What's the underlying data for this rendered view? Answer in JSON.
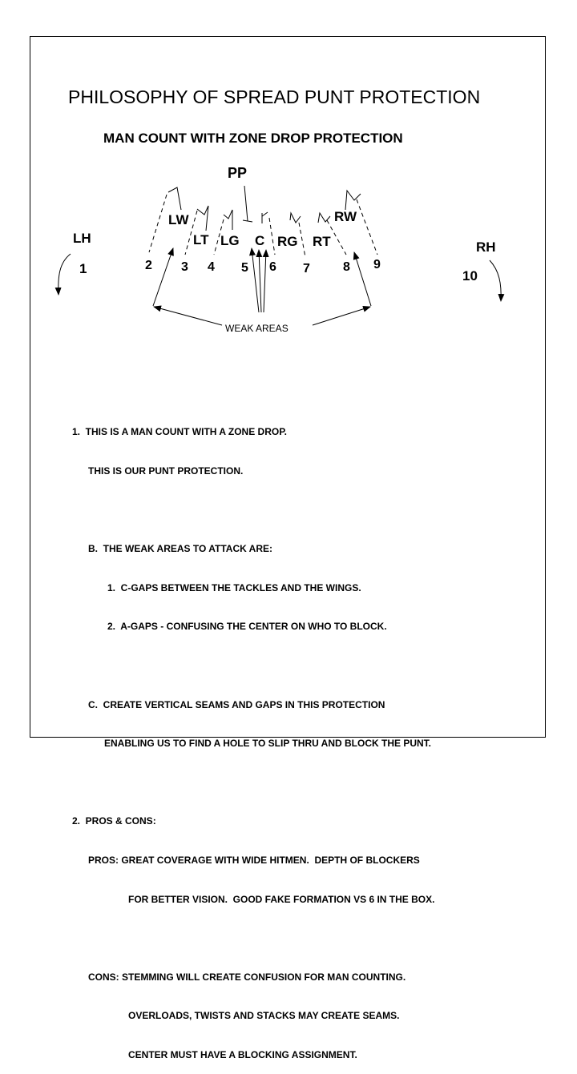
{
  "title": "PHILOSOPHY OF SPREAD PUNT PROTECTION",
  "subtitle": "MAN COUNT WITH ZONE DROP PROTECTION",
  "positions": {
    "pp": "PP",
    "lw": "LW",
    "lt": "LT",
    "lg": "LG",
    "c": "C",
    "rg": "RG",
    "rt": "RT",
    "rw": "RW",
    "lh": "LH",
    "rh": "RH"
  },
  "rushers": [
    "1",
    "2",
    "3",
    "4",
    "5",
    "6",
    "7",
    "8",
    "9",
    "10"
  ],
  "weak_areas_label": "WEAK AREAS",
  "notes": {
    "item1_a": "1.  THIS IS A MAN COUNT WITH A ZONE DROP.",
    "item1_b": "THIS IS OUR PUNT PROTECTION.",
    "b_head": "B.  THE WEAK AREAS TO ATTACK ARE:",
    "b1": "1.  C-GAPS BETWEEN THE TACKLES AND THE WINGS.",
    "b2": "2.  A-GAPS - CONFUSING THE CENTER ON WHO TO BLOCK.",
    "c_a": "C.  CREATE VERTICAL SEAMS AND GAPS IN THIS PROTECTION",
    "c_b": "ENABLING US TO FIND A HOLE TO SLIP THRU AND BLOCK THE PUNT.",
    "item2": "2.  PROS & CONS:",
    "pros_a": "PROS: GREAT COVERAGE WITH WIDE HITMEN.  DEPTH OF BLOCKERS",
    "pros_b": "FOR BETTER VISION.  GOOD FAKE FORMATION VS 6 IN THE BOX.",
    "cons_a": "CONS: STEMMING WILL CREATE CONFUSION FOR MAN COUNTING.",
    "cons_b": "OVERLOADS, TWISTS AND STACKS MAY CREATE SEAMS.",
    "cons_c": "CENTER MUST HAVE A BLOCKING ASSIGNMENT."
  }
}
